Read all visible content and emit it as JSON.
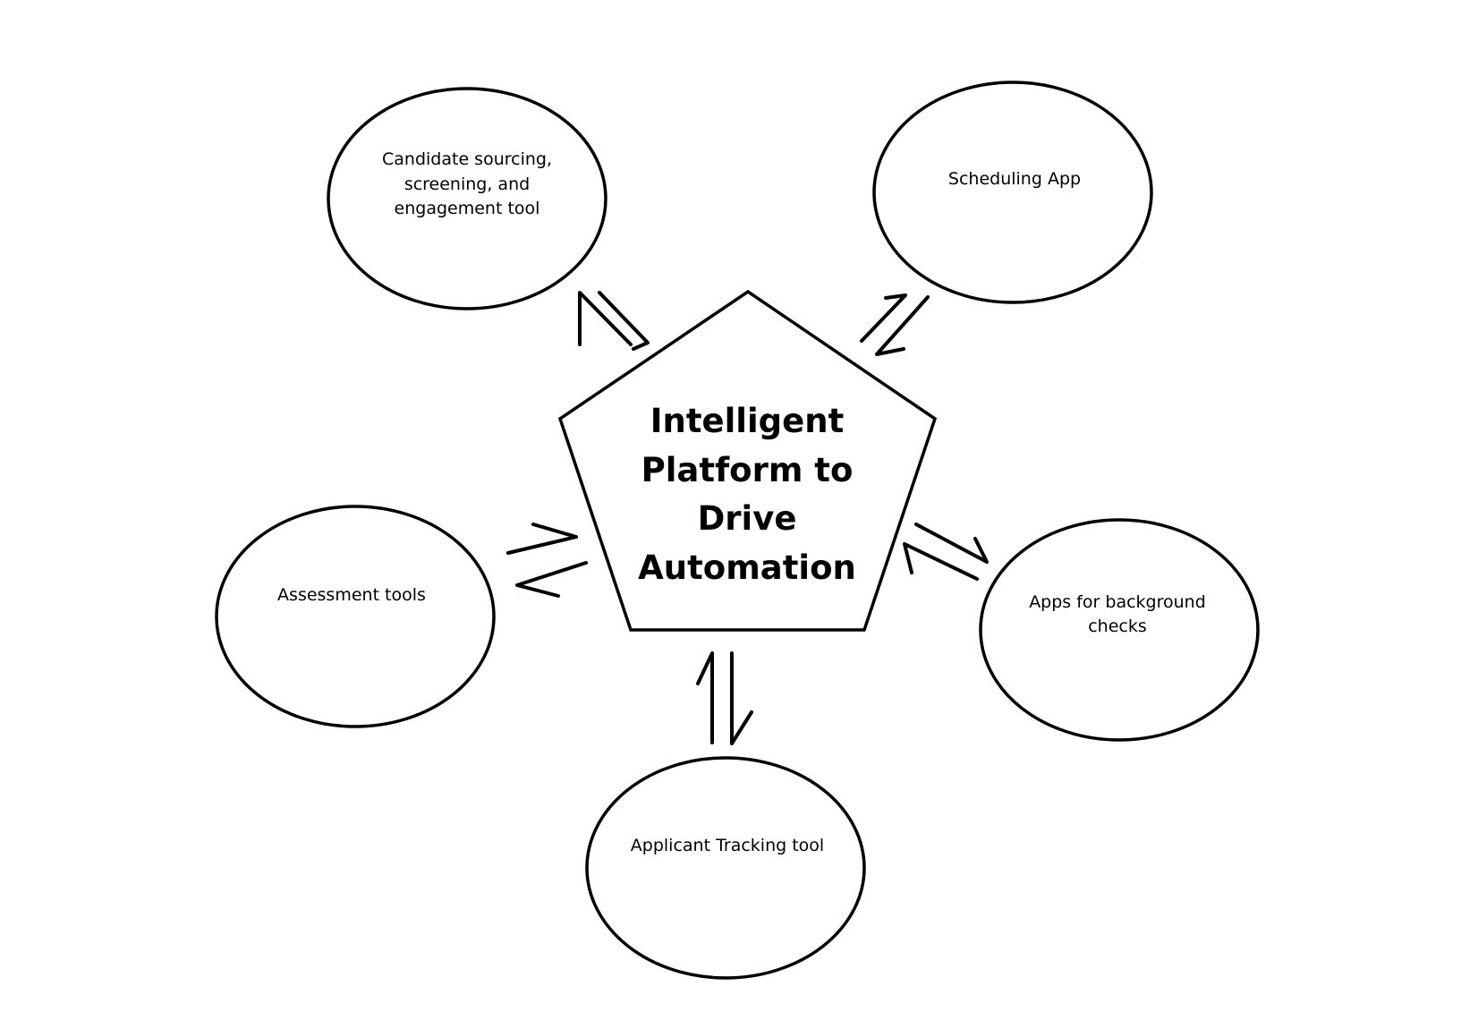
{
  "center": {
    "lines": [
      "Intelligent",
      "Platform to",
      "Drive",
      "Automation"
    ]
  },
  "nodes": [
    {
      "id": "candidate-sourcing",
      "lines": [
        "Candidate sourcing,",
        "screening, and",
        "engagement tool"
      ]
    },
    {
      "id": "scheduling-app",
      "lines": [
        "Scheduling App"
      ]
    },
    {
      "id": "assessment-tools",
      "lines": [
        "Assessment tools"
      ]
    },
    {
      "id": "background-checks",
      "lines": [
        "Apps for background",
        "checks"
      ]
    },
    {
      "id": "applicant-tracking",
      "lines": [
        "Applicant Tracking tool"
      ]
    }
  ],
  "connections": [
    {
      "from": "center",
      "to": "candidate-sourcing",
      "direction": "bidirectional"
    },
    {
      "from": "center",
      "to": "scheduling-app",
      "direction": "bidirectional"
    },
    {
      "from": "center",
      "to": "assessment-tools",
      "direction": "bidirectional"
    },
    {
      "from": "center",
      "to": "background-checks",
      "direction": "bidirectional"
    },
    {
      "from": "center",
      "to": "applicant-tracking",
      "direction": "bidirectional"
    }
  ],
  "colors": {
    "stroke": "#000000",
    "background": "#ffffff"
  }
}
